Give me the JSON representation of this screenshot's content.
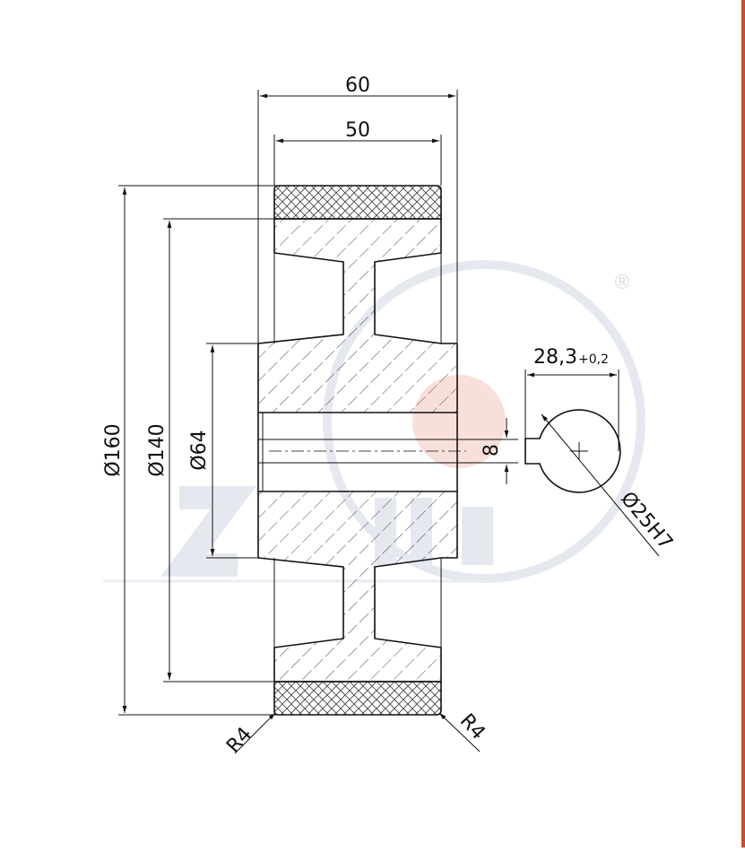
{
  "drawing": {
    "dim_width_overall": "60",
    "dim_width_tread": "50",
    "dim_dia_outer": "Ø160",
    "dim_dia_rim": "Ø140",
    "dim_dia_hub": "Ø64",
    "dim_keyway_depth_main": "28,3",
    "dim_keyway_depth_tol": "+0,2",
    "dim_key_width": "8",
    "dim_bore": "Ø25H7",
    "dim_radius_left": "R4",
    "dim_radius_right": "R4",
    "watermark_registered": "®"
  },
  "colors": {
    "line": "#111111",
    "hatch": "#333333",
    "tread_fill": "#f2f2f2",
    "watermark": "#dfe2ea",
    "watermark_accent": "#f7d7d2",
    "frame_accent": "#c0502e"
  }
}
